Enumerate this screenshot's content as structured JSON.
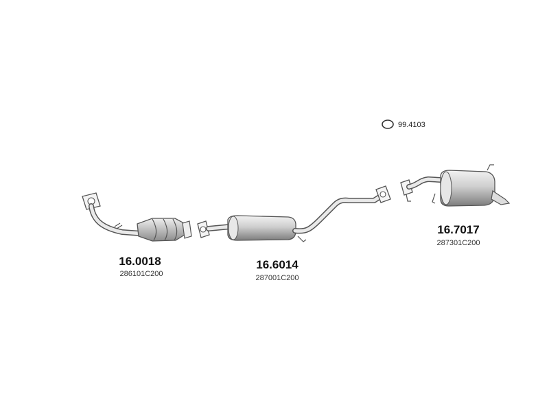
{
  "parts": [
    {
      "code": "16.0018",
      "oem": "286101C200"
    },
    {
      "code": "16.6014",
      "oem": "287001C200"
    },
    {
      "code": "16.7017",
      "oem": "287301C200"
    }
  ],
  "gasket": {
    "code": "99.4103"
  },
  "colors": {
    "text": "#111111",
    "outline": "#555555",
    "body_light": "#e6e6e6",
    "body_dark": "#8a8a8a"
  }
}
